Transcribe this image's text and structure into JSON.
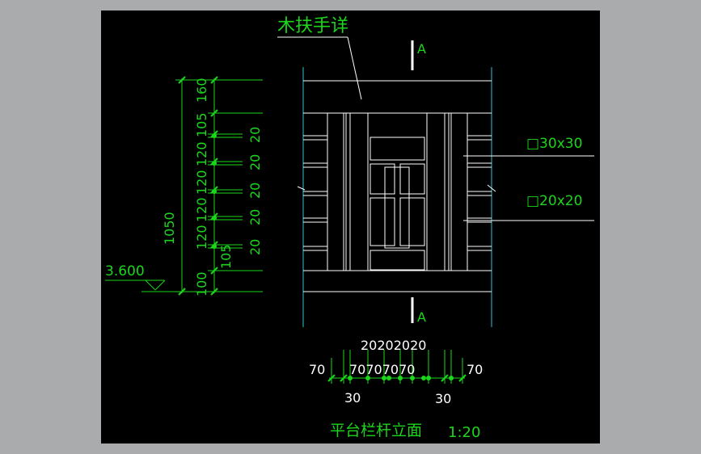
{
  "drawing": {
    "handrail_label": "木扶手详",
    "section_mark": "A",
    "callout_30": "□30x30",
    "callout_20": "□20x20",
    "level": "3.600",
    "title": "平台栏杆立面",
    "scale": "1:20",
    "colors": {
      "background": "#000000",
      "frame": "#a9abac",
      "dims": "#1bd61b",
      "lines": "#ffffff",
      "cyan": "#27c3d6"
    }
  },
  "dims_left": {
    "total": "1050",
    "segments": [
      "160",
      "105",
      "120",
      "120",
      "120",
      "120",
      "105",
      "100"
    ],
    "right_twenties": [
      "20",
      "20",
      "20",
      "20",
      "20"
    ]
  },
  "dims_bottom": {
    "left70": "70",
    "right70": "70",
    "mid": "70707070",
    "top20": "20202020",
    "left30": "30",
    "right30": "30"
  }
}
